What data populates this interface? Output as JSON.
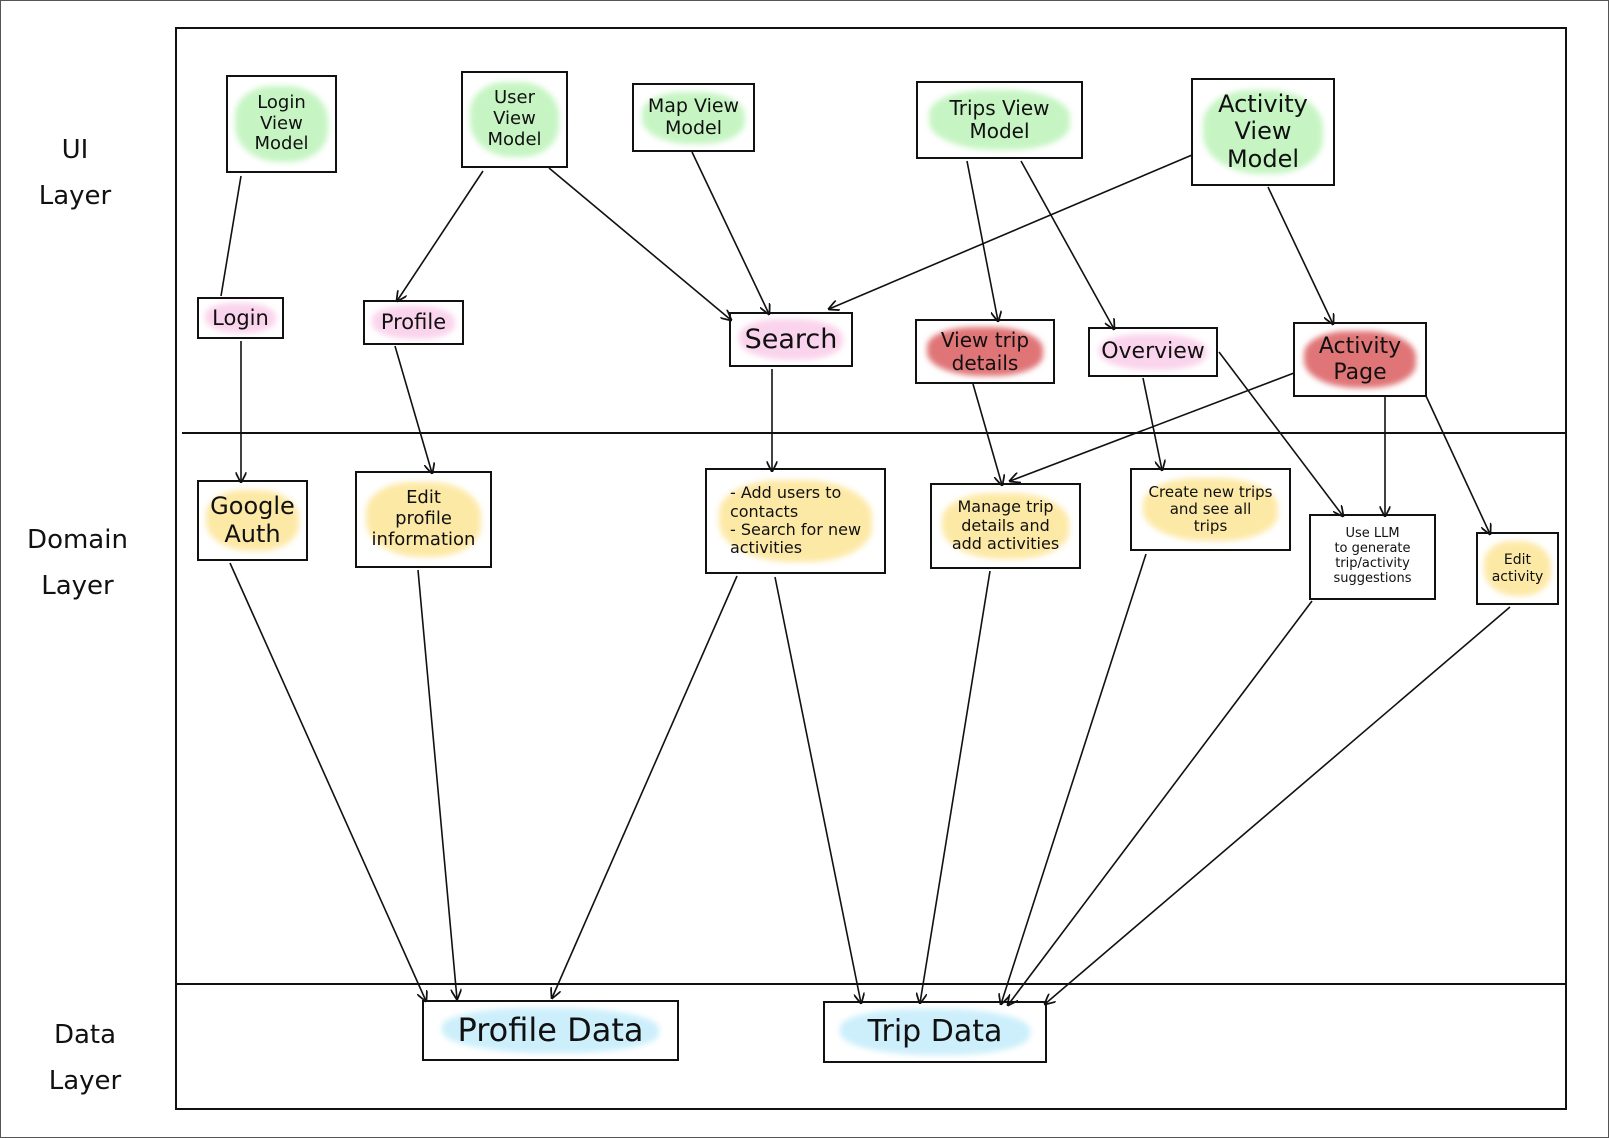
{
  "colors": {
    "view_model": "#c6f5c3",
    "ui_screen": "#fad4ec",
    "ui_screen_accent": "#e07577",
    "domain": "#fde9a6",
    "data": "#cceffb",
    "line": "#111111"
  },
  "layers": {
    "ui": "UI\nLayer",
    "domain": "Domain\nLayer",
    "data": "Data\nLayer"
  },
  "view_models": {
    "login": "Login\nView\nModel",
    "user": "User\nView\nModel",
    "map": "Map View\nModel",
    "trips": "Trips View\nModel",
    "activity": "Activity\nView\nModel"
  },
  "screens": {
    "login": "Login",
    "profile": "Profile",
    "search": "Search",
    "view_trip": "View trip\ndetails",
    "overview": "Overview",
    "activity_page": "Activity\nPage"
  },
  "domain": {
    "google_auth": "Google\nAuth",
    "edit_profile": "Edit\nprofile\ninformation",
    "search_ops": "- Add users to\ncontacts\n- Search for new\nactivities",
    "manage_trip": "Manage trip\ndetails and\nadd activities",
    "create_trips": "Create new trips\nand see all\ntrips",
    "llm": "Use LLM\nto generate\ntrip/activity\nsuggestions",
    "edit_activity": "Edit\nactivity"
  },
  "data_stores": {
    "profile": "Profile Data",
    "trip": "Trip Data"
  }
}
